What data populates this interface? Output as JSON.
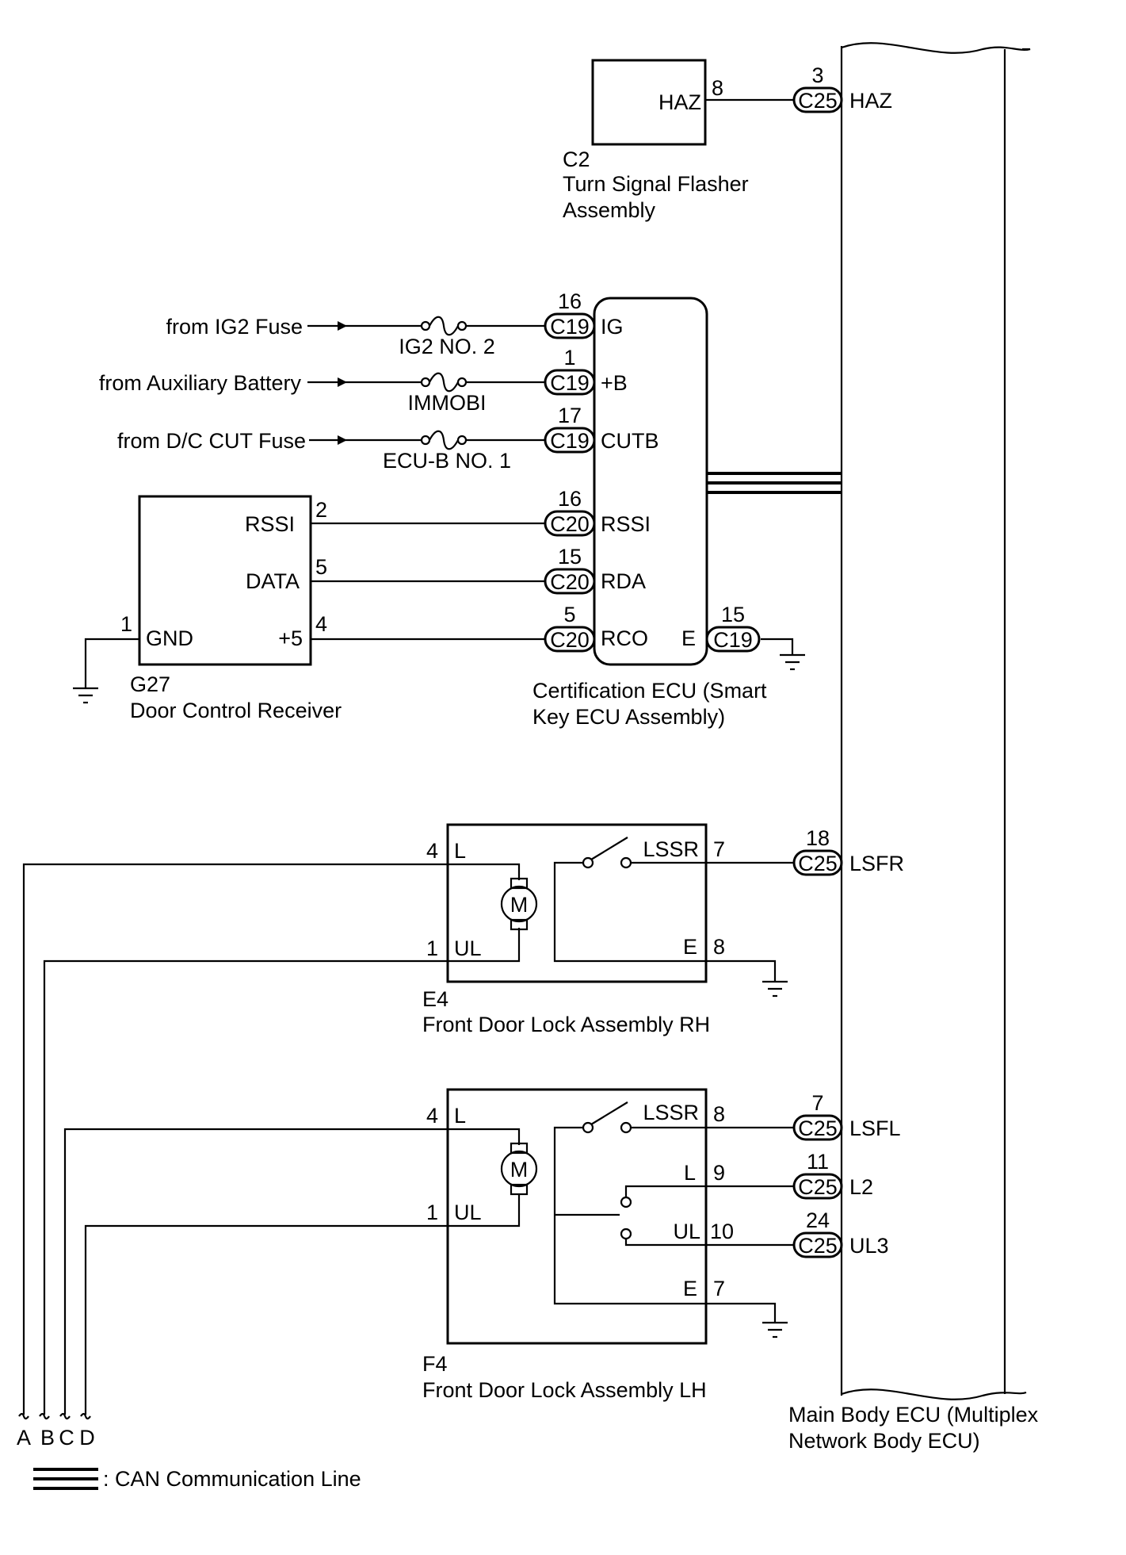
{
  "components": {
    "c2": {
      "code": "C2",
      "name_line1": "Turn Signal Flasher",
      "name_line2": "Assembly",
      "pin_label": "HAZ",
      "pin_no": "8"
    },
    "cert": {
      "name_line1": "Certification ECU (Smart",
      "name_line2": "Key ECU Assembly)",
      "pins": {
        "ig": "IG",
        "b": "+B",
        "cutb": "CUTB",
        "rssi": "RSSI",
        "rda": "RDA",
        "rco": "RCO",
        "e": "E"
      }
    },
    "g27": {
      "code": "G27",
      "name": "Door Control Receiver",
      "pins": {
        "rssi": "RSSI",
        "data": "DATA",
        "gnd": "GND",
        "p5": "+5"
      },
      "pin_nos": {
        "rssi": "2",
        "data": "5",
        "gnd": "1",
        "p5": "4"
      }
    },
    "e4": {
      "code": "E4",
      "name": "Front Door Lock Assembly RH",
      "pins": {
        "l": "L",
        "ul": "UL",
        "lssr": "LSSR",
        "e": "E"
      },
      "pin_nos": {
        "l": "4",
        "ul": "1",
        "lssr": "7",
        "e": "8"
      }
    },
    "f4": {
      "code": "F4",
      "name": "Front Door Lock Assembly LH",
      "pins": {
        "l": "L",
        "ul": "UL",
        "lssr": "LSSR",
        "l2": "L",
        "ul2": "UL",
        "e": "E"
      },
      "pin_nos": {
        "l": "4",
        "ul": "1",
        "lssr": "8",
        "l2": "9",
        "ul2": "10",
        "e": "7"
      }
    },
    "main": {
      "name_line1": "Main Body ECU (Multiplex",
      "name_line2": "Network Body ECU)",
      "pins": {
        "haz": "HAZ",
        "lsfr": "LSFR",
        "lsfl": "LSFL",
        "l2": "L2",
        "ul3": "UL3"
      }
    },
    "motor_symbol": "M"
  },
  "sources": {
    "ig2": {
      "label": "from IG2 Fuse",
      "fuse": "IG2 NO. 2"
    },
    "aux": {
      "label": "from Auxiliary Battery",
      "fuse": "IMMOBI"
    },
    "dc": {
      "label": "from D/C CUT Fuse",
      "fuse": "ECU-B NO. 1"
    }
  },
  "connectors": {
    "haz": {
      "code": "C25",
      "pin": "3"
    },
    "ig": {
      "code": "C19",
      "pin": "16"
    },
    "b": {
      "code": "C19",
      "pin": "1"
    },
    "cutb": {
      "code": "C19",
      "pin": "17"
    },
    "rssi": {
      "code": "C20",
      "pin": "16"
    },
    "rda": {
      "code": "C20",
      "pin": "15"
    },
    "rco": {
      "code": "C20",
      "pin": "5"
    },
    "e": {
      "code": "C19",
      "pin": "15"
    },
    "lsfr": {
      "code": "C25",
      "pin": "18"
    },
    "lsfl": {
      "code": "C25",
      "pin": "7"
    },
    "l2": {
      "code": "C25",
      "pin": "11"
    },
    "ul3": {
      "code": "C25",
      "pin": "24"
    }
  },
  "continuation_labels": [
    "A",
    "B",
    "C",
    "D"
  ],
  "legend": {
    "can": ": CAN Communication Line"
  }
}
